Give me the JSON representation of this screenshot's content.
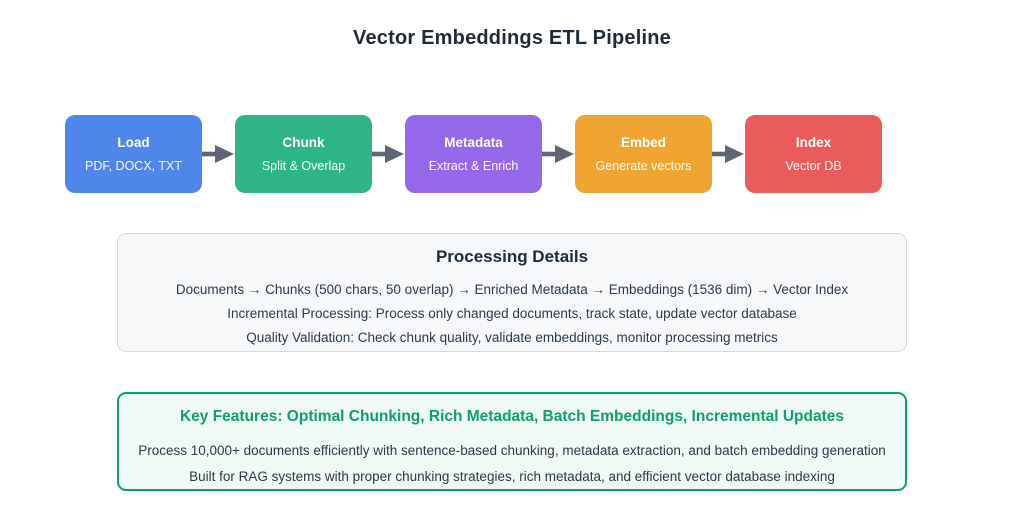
{
  "title": "Vector Embeddings ETL Pipeline",
  "pipeline": {
    "arrow_color": "#5c6773",
    "stages": [
      {
        "label": "Load",
        "sublabel": "PDF, DOCX, TXT",
        "color": "#4d87ea"
      },
      {
        "label": "Chunk",
        "sublabel": "Split & Overlap",
        "color": "#2db487"
      },
      {
        "label": "Metadata",
        "sublabel": "Extract & Enrich",
        "color": "#9468e8"
      },
      {
        "label": "Embed",
        "sublabel": "Generate vectors",
        "color": "#f0a432"
      },
      {
        "label": "Index",
        "sublabel": "Vector DB",
        "color": "#ea5b5b"
      }
    ]
  },
  "processing": {
    "title": "Processing Details",
    "lines": [
      "Documents → Chunks (500 chars, 50 overlap) → Enriched Metadata → Embeddings (1536 dim) → Vector Index",
      "Incremental Processing: Process only changed documents, track state, update vector database",
      "Quality Validation: Check chunk quality, validate embeddings, monitor processing metrics"
    ]
  },
  "features": {
    "accent_color": "#0ea06a",
    "title": "Key Features: Optimal Chunking, Rich Metadata, Batch Embeddings, Incremental Updates",
    "lines": [
      "Process 10,000+ documents efficiently with sentence-based chunking, metadata extraction, and batch embedding generation",
      "Built for RAG systems with proper chunking strategies, rich metadata, and efficient vector database indexing"
    ]
  }
}
